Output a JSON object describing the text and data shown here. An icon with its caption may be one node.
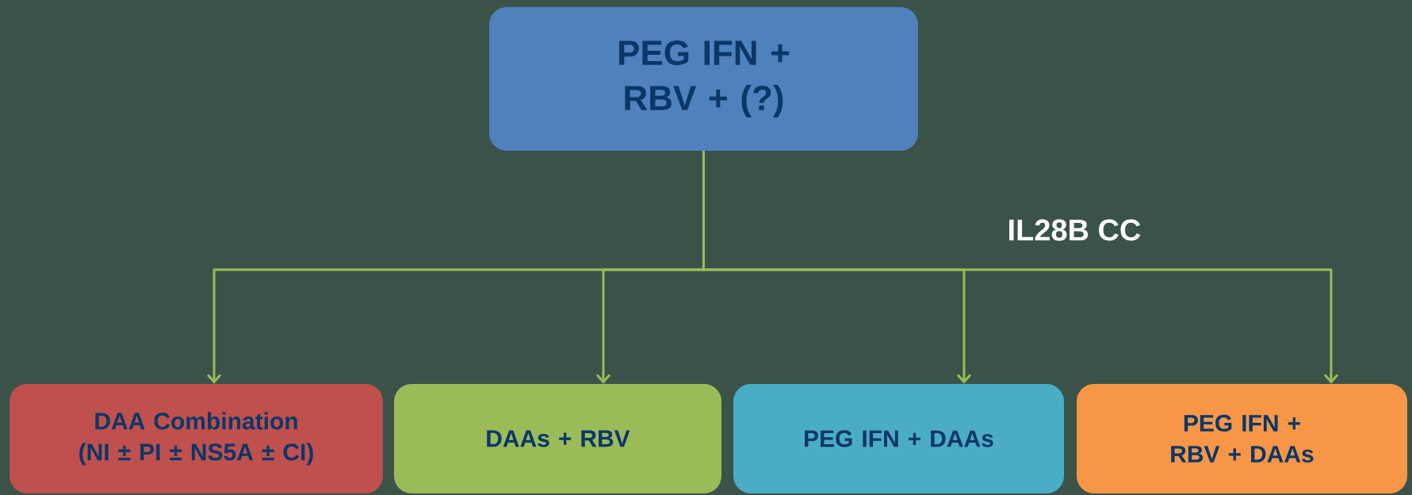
{
  "diagram": {
    "nodes": [
      {
        "text": [
          "PEG IFN + RBV + (?)"
        ]
      },
      {
        "text": [
          "DAA Combination",
          "(NI ± PI ± NS5A ± CI)"
        ]
      },
      {
        "text": [
          "DAAs + RBV"
        ]
      },
      {
        "text": [
          "PEG IFN + DAAs"
        ]
      },
      {
        "text": [
          "PEG IFN + RBV + DAAs"
        ]
      }
    ],
    "edges": [
      {
        "from": 0,
        "to": 1,
        "arrow": "to"
      },
      {
        "from": 0,
        "to": 2,
        "arrow": "to"
      },
      {
        "from": 0,
        "to": 3,
        "arrow": "to"
      },
      {
        "from": 0,
        "to": 4,
        "arrow": "to"
      }
    ],
    "labels": [
      "IL28B CC"
    ]
  }
}
